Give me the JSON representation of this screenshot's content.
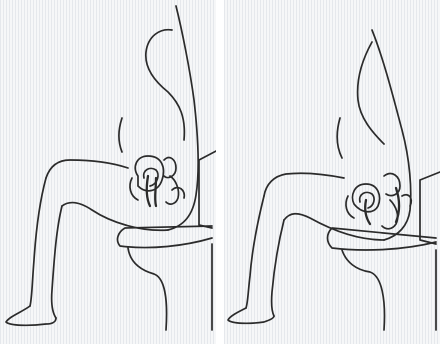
{
  "figure": {
    "panels": [
      {
        "id": "left",
        "depicts": "seated-posture-upright",
        "background": "#f6f7f8"
      },
      {
        "id": "right",
        "depicts": "seated-posture-leaning",
        "background": "#f6f7f8"
      }
    ],
    "line_color": "#2b2b2b",
    "labels": []
  }
}
